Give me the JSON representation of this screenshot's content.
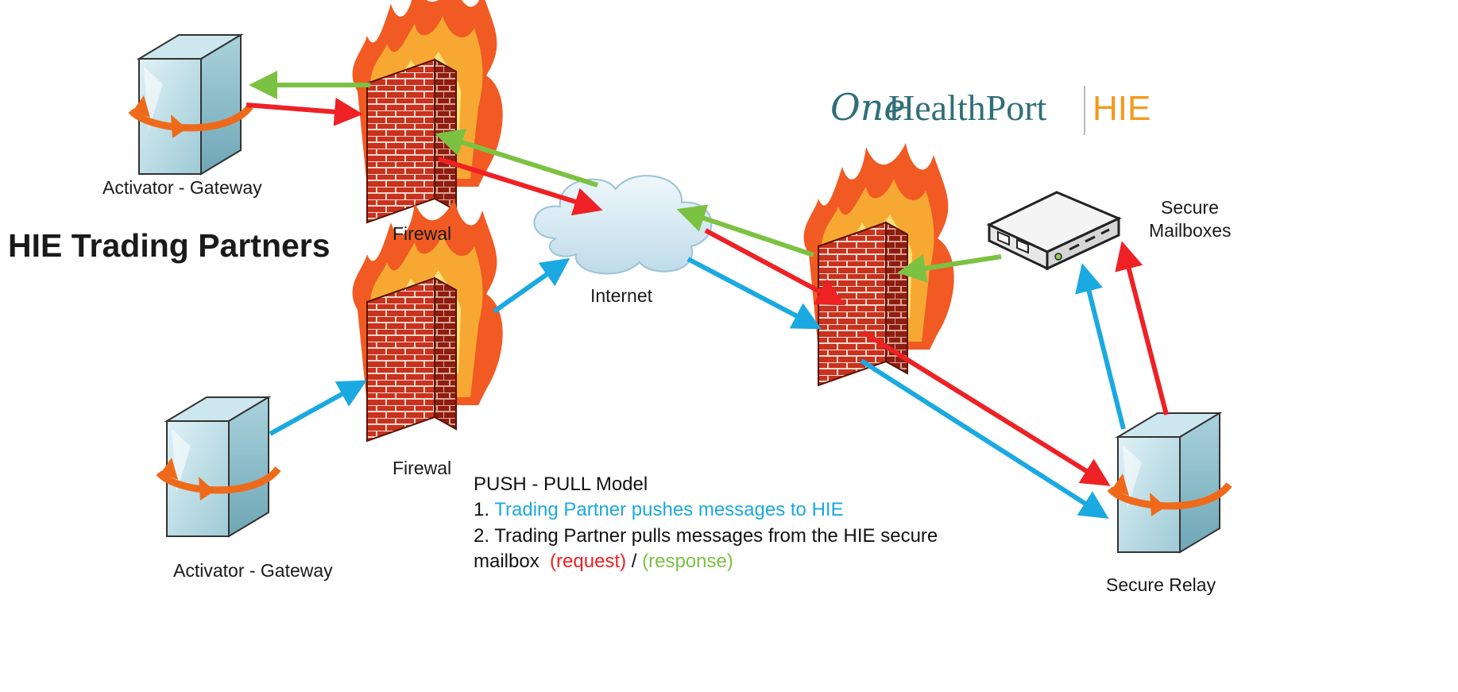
{
  "title": "HIE Trading Partners",
  "logo": {
    "one": "One",
    "healthport": "HealthPort",
    "hie": "HIE",
    "colors": {
      "text": "#2f6f77",
      "hie": "#f39a1f",
      "divider": "#bbbbbb"
    }
  },
  "nodes": {
    "gateway_top": "Activator - Gateway",
    "gateway_bottom": "Activator - Gateway",
    "firewall_top": "Firewal",
    "firewall_bottom": "Firewal",
    "internet": "Internet",
    "mailboxes": [
      "Secure",
      "Mailboxes"
    ],
    "relay": "Secure Relay"
  },
  "legend": {
    "heading": "PUSH - PULL Model",
    "item1_num": "1. ",
    "item1_text": "Trading Partner pushes messages to HIE",
    "item2_line1": "2. Trading Partner pulls messages from the HIE secure",
    "item2_prefix": "mailbox  ",
    "request": "(request)",
    "sep": " / ",
    "response": "(response)"
  },
  "colors": {
    "push": "#1ba9e1",
    "request": "#ee2125",
    "response": "#7cc242"
  }
}
